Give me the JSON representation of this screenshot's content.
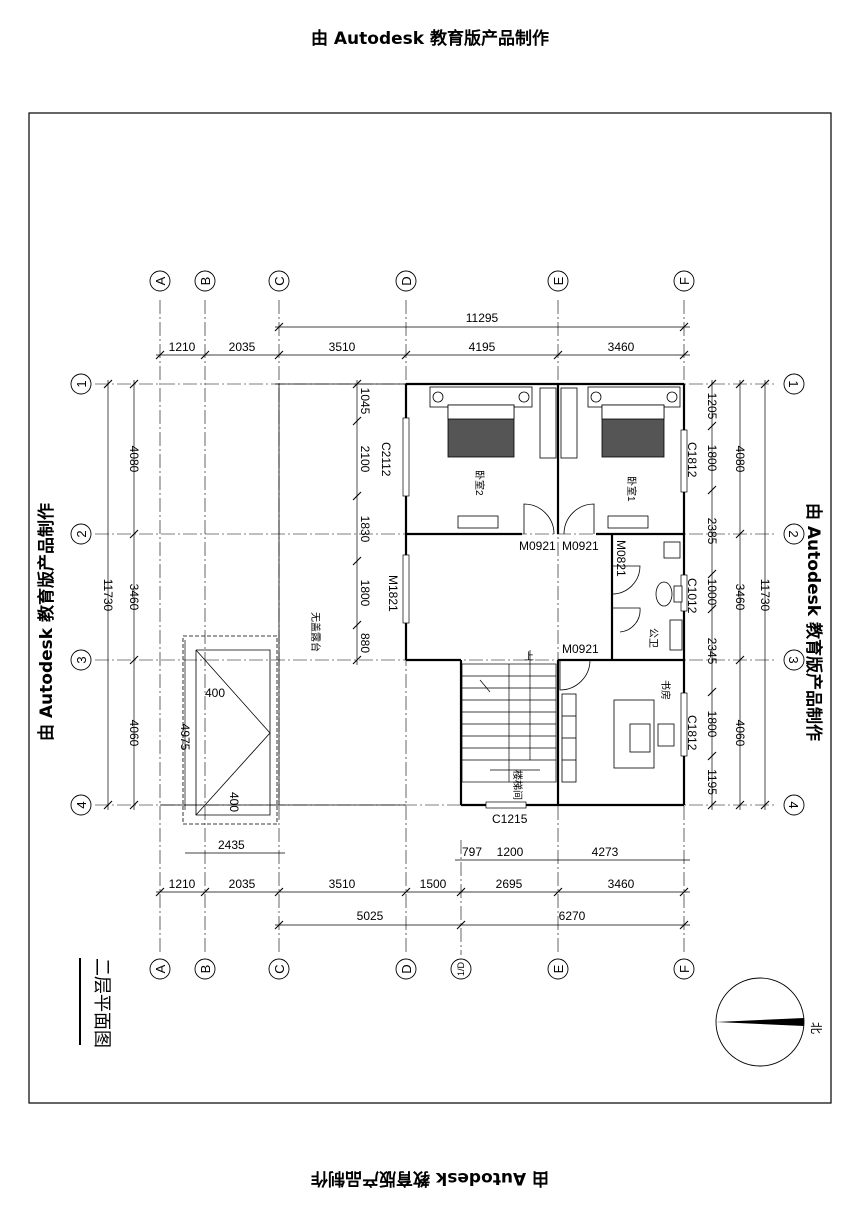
{
  "watermark": "由 Autodesk 教育版产品制作",
  "drawing_title": "二层平面图",
  "north_label": "北",
  "grid_columns": [
    "A",
    "B",
    "C",
    "D",
    "1/D",
    "E",
    "F"
  ],
  "grid_rows": [
    "1",
    "2",
    "3",
    "4"
  ],
  "dims_top_overall": "11295",
  "dims_top": [
    "1210",
    "2035",
    "3510",
    "4195",
    "3460"
  ],
  "dims_bottom_row1": [
    "797",
    "1200",
    "4273"
  ],
  "dims_bottom_row2": [
    "1210",
    "2035",
    "3510",
    "1500",
    "2695",
    "3460"
  ],
  "dims_bottom_row3": [
    "5025",
    "6270"
  ],
  "dims_left_outer": "11730",
  "dims_left_inner": [
    "4080",
    "3460",
    "4060"
  ],
  "dims_left_small": "4975",
  "dims_right_outer": "11730",
  "dims_right_mid": [
    "4080",
    "3460",
    "4060"
  ],
  "dims_right_inner": [
    "1205",
    "1800",
    "2385",
    "1000",
    "2345",
    "1800",
    "1195"
  ],
  "dims_wall_column": [
    "1045",
    "2100",
    "1830",
    "1800",
    "880"
  ],
  "roof_dims": [
    "400",
    "400",
    "2435"
  ],
  "openings": {
    "c2112": "C2112",
    "c1812a": "C1812",
    "c1812b": "C1812",
    "c1012": "C1012",
    "m1821": "M1821",
    "m0921a": "M0921",
    "m0921b": "M0921",
    "m0821": "M0821",
    "m0921c": "M0921",
    "c1215": "C1215"
  },
  "rooms": {
    "bedroom2": "卧室2",
    "bedroom1": "卧室1",
    "bathroom": "公卫",
    "study": "书房",
    "stair": "楼梯间",
    "terrace": "无盖露台",
    "up": "上"
  }
}
